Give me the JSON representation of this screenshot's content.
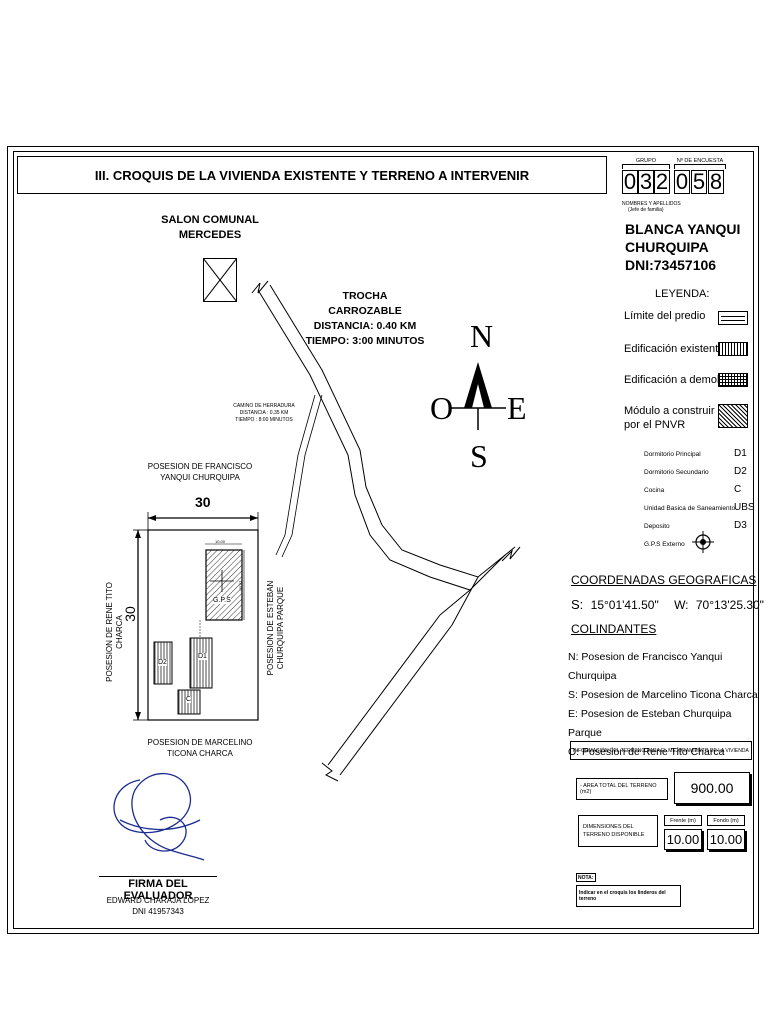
{
  "title": "III.   CROQUIS DE LA VIVIENDA EXISTENTE Y TERRENO A INTERVENIR",
  "survey": {
    "group_label": "GRUPO",
    "survey_number_label": "Nº DE ENCUESTA",
    "digits": [
      "0",
      "3",
      "2",
      "0",
      "5",
      "8"
    ]
  },
  "owner": {
    "label_line1": "NOMBRES Y APELLIDOS",
    "label_line2": "(Jefe de familia)",
    "name_line1": "BLANCA YANQUI",
    "name_line2": "CHURQUIPA",
    "dni": "DNI:73457106"
  },
  "legend": {
    "title": "LEYENDA:",
    "items": [
      {
        "label": "Límite del predio"
      },
      {
        "label": "Edificación existente"
      },
      {
        "label": "Edificación a demoler"
      },
      {
        "label_line1": "Módulo a construir",
        "label_line2": "por el PNVR"
      }
    ],
    "codes": [
      {
        "label": "Dormitorio Principal",
        "code": "D1"
      },
      {
        "label": "Dormitorio Secundario",
        "code": "D2"
      },
      {
        "label": "Cocina",
        "code": "C"
      },
      {
        "label": "Unidad Basica de Saneamiento",
        "code": "UBS"
      },
      {
        "label": "Deposito",
        "code": "D3"
      },
      {
        "label": "G.P.S   Externo",
        "code": ""
      }
    ]
  },
  "coordinates": {
    "title": "COORDENADAS GEOGRAFICAS",
    "s_label": "S:",
    "s_value": "15°01'41.50\"",
    "w_label": "W:",
    "w_value": "70°13'25.30\""
  },
  "neighbors": {
    "title": "COLINDANTES",
    "items": [
      "N: Posesion de Francisco Yanqui Churquipa",
      "S: Posesion de Marcelino Ticona Charca",
      "E: Posesion de Esteban Churquipa Parque",
      "O: Posesion de Rene Tito Charca"
    ]
  },
  "land_info": {
    "header": "INFORMACIÓN DEL TERRENO PARA EL MEJORAMIENTO DE LA VIVIENDA",
    "total_area_label": "AREA TOTAL DEL TERRENO (m2)",
    "total_area_value": "900.00",
    "dims_label_line1": "DIMENSIONES DEL",
    "dims_label_line2": "TERRENO DISPONIBLE",
    "front_label": "Frente (m)",
    "front_value": "10.00",
    "depth_label": "Fondo (m)",
    "depth_value": "10.00"
  },
  "note": {
    "label": "NOTA:",
    "text": "Indicar en el croquis los linderos del terreno"
  },
  "sketch": {
    "salon_line1": "SALON COMUNAL",
    "salon_line2": "MERCEDES",
    "road_line1": "TROCHA CARROZABLE",
    "road_line2": "DISTANCIA: 0.40 KM",
    "road_line3": "TIEMPO: 3:00 MINUTOS",
    "path_line1": "CAMINO DE HERRADURA",
    "path_line2": "DISTANCIA : 0.35 KM",
    "path_line3": "TIEMPO : 8:00 MINUTOS",
    "north_owner_line1": "POSESION DE FRANCISCO",
    "north_owner_line2": "YANQUI CHURQUIPA",
    "south_owner_line1": "POSESION DE MARCELINO",
    "south_owner_line2": "TICONA CHARCA",
    "west_owner_line1": "POSESION DE RENE TITO",
    "west_owner_line2": "CHARCA",
    "east_owner_line1": "POSESION DE ESTEBAN",
    "east_owner_line2": "CHURQUIPA PARQUE",
    "width_dim": "30",
    "height_dim": "30",
    "module_width": "10.00",
    "module_height": "10.00",
    "gps_label": "G.P.S",
    "room_d1": "D1",
    "room_d2": "D2",
    "room_c": "C",
    "compass_n": "N",
    "compass_s": "S",
    "compass_e": "E",
    "compass_o": "O"
  },
  "signature": {
    "title": "FIRMA DEL EVALUADOR",
    "name": "EDWARD CHARAJA LOPEZ",
    "dni": "DNI 41957343"
  }
}
